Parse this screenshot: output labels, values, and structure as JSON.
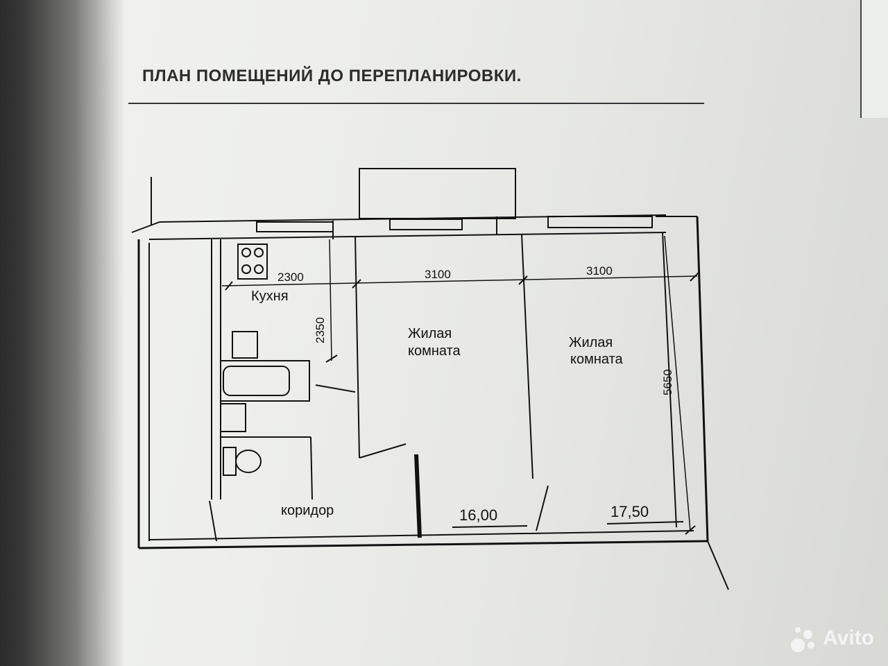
{
  "title": "ПЛАН ПОМЕЩЕНИЙ ДО ПЕРЕПЛАНИРОВКИ.",
  "rooms": {
    "kitchen": "Кухня",
    "living_1": [
      "Жилая",
      "комната"
    ],
    "living_2": [
      "Жилая",
      "комната"
    ],
    "corridor": "коридор"
  },
  "dimensions": {
    "kitchen_width": "2300",
    "room1_width": "3100",
    "room2_width": "3100",
    "kitchen_depth": "2350",
    "room_depth": "5650"
  },
  "areas": {
    "room1": "16,00",
    "room2": "17,50"
  },
  "watermark": "Avito",
  "colors": {
    "line": "#111111",
    "paper": "#eceeeb"
  }
}
